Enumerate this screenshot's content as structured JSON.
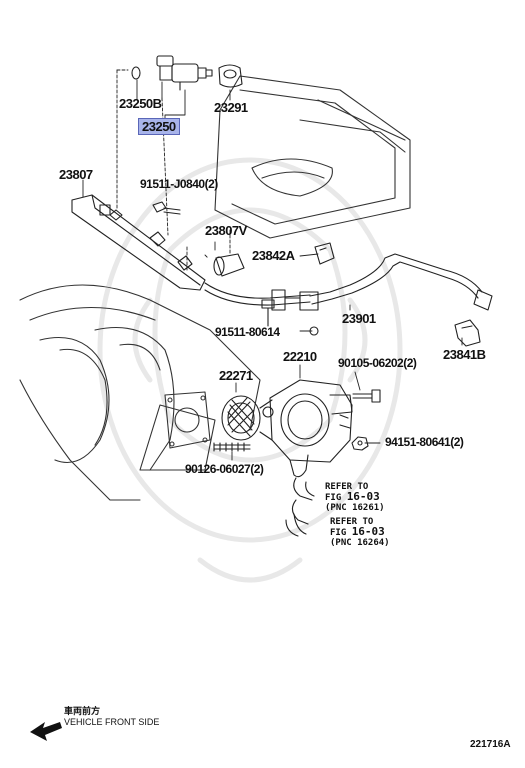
{
  "parts": [
    {
      "id": "p23250B",
      "label": "23250B"
    },
    {
      "id": "p23250",
      "label": "23250"
    },
    {
      "id": "p23291",
      "label": "23291"
    },
    {
      "id": "p23807",
      "label": "23807"
    },
    {
      "id": "p91511J",
      "label": "91511-J0840(2)"
    },
    {
      "id": "p23807V",
      "label": "23807V"
    },
    {
      "id": "p23842A",
      "label": "23842A"
    },
    {
      "id": "p23901",
      "label": "23901"
    },
    {
      "id": "p91511_80614",
      "label": "91511-80614"
    },
    {
      "id": "p23841B",
      "label": "23841B"
    },
    {
      "id": "p22210",
      "label": "22210"
    },
    {
      "id": "p90105",
      "label": "90105-06202(2)"
    },
    {
      "id": "p22271",
      "label": "22271"
    },
    {
      "id": "p94151",
      "label": "94151-80641(2)"
    },
    {
      "id": "p90126",
      "label": "90126-06027(2)"
    }
  ],
  "refs": [
    {
      "line1": "REFER TO",
      "line2a": "FIG ",
      "line2b": "16-03",
      "line3": "(PNC 16261)"
    },
    {
      "line1": "REFER TO",
      "line2a": "FIG ",
      "line2b": "16-03",
      "line3": "(PNC 16264)"
    }
  ],
  "footer": {
    "jp_label": "車両前方",
    "en_label": "VEHICLE FRONT SIDE",
    "diagram_code": "221716A"
  }
}
